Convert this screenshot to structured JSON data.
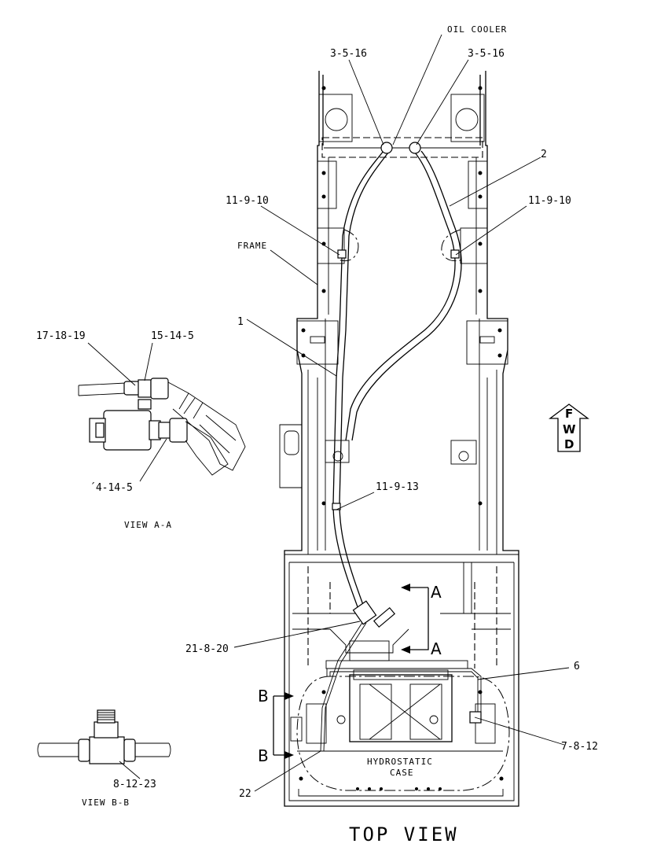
{
  "labels": {
    "oil_cooler": "OIL COOLER",
    "callout_3_5_16_left": "3-5-16",
    "callout_3_5_16_right": "3-5-16",
    "callout_2": "2",
    "callout_11_9_10_left": "11-9-10",
    "callout_11_9_10_right": "11-9-10",
    "frame": "FRAME",
    "callout_1": "1",
    "callout_17_18_19": "17-18-19",
    "callout_15_14_5": "15-14-5",
    "callout_4_14_5": "´4-14-5",
    "view_a_a": "VIEW A-A",
    "callout_11_9_13": "11-9-13",
    "fwd_f": "F",
    "fwd_w": "W",
    "fwd_d": "D",
    "section_a_upper": "A",
    "section_a_lower": "A",
    "callout_21_8_20": "21-8-20",
    "callout_6": "6",
    "section_b_upper": "B",
    "section_b_lower": "B",
    "callout_7_8_12": "7-8-12",
    "hydrostatic": "HYDROSTATIC",
    "case": "CASE",
    "callout_8_12_23": "8-12-23",
    "view_b_b": "VIEW B-B",
    "callout_22": "22",
    "top_view": "TOP VIEW"
  }
}
